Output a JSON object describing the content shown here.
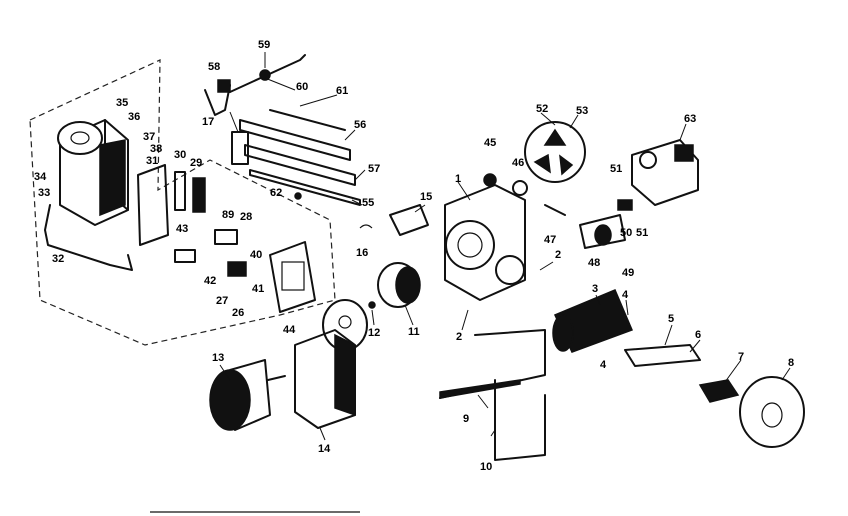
{
  "callouts": [
    "1",
    "2",
    "3",
    "4",
    "5",
    "6",
    "7",
    "8",
    "9",
    "10",
    "11",
    "12",
    "13",
    "14",
    "15",
    "16",
    "17",
    "26",
    "27",
    "28",
    "29",
    "30",
    "31",
    "32",
    "33",
    "34",
    "35",
    "36",
    "37",
    "38",
    "40",
    "41",
    "42",
    "43",
    "44",
    "45",
    "46",
    "47",
    "48",
    "49",
    "50",
    "51",
    "52",
    "53",
    "55",
    "56",
    "57",
    "58",
    "59",
    "60",
    "61",
    "62",
    "63",
    "89"
  ],
  "colors": {
    "ink": "#111111",
    "paper": "#ffffff"
  }
}
